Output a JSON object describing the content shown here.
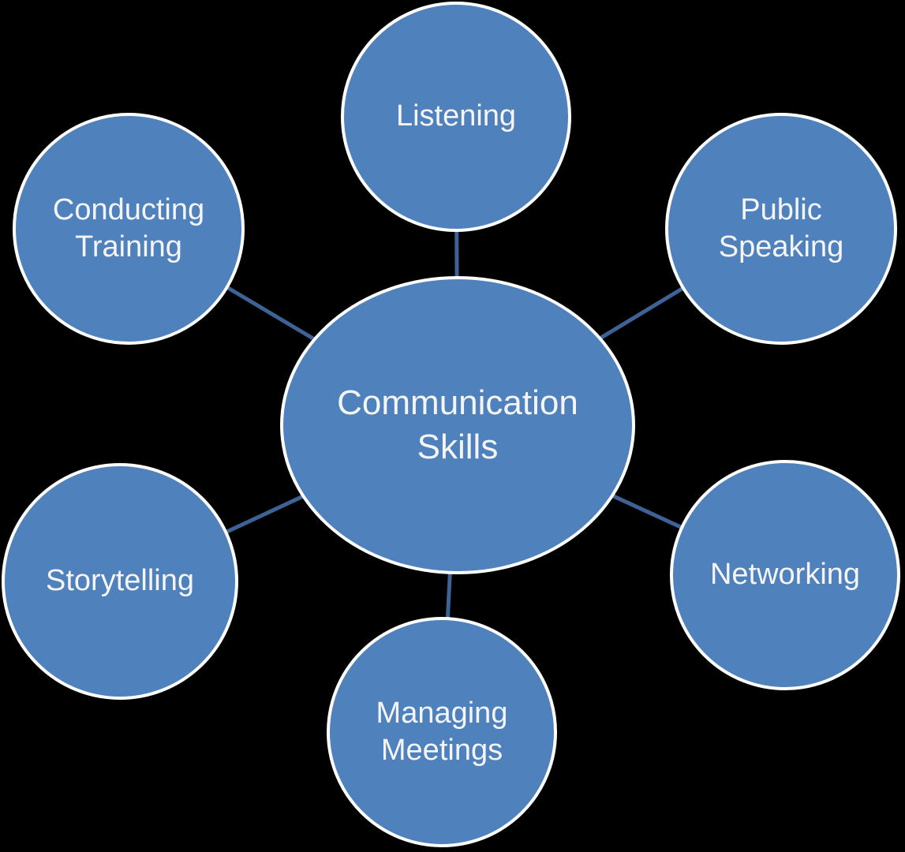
{
  "diagram": {
    "type": "radial-hub-diagram",
    "colors": {
      "bg": "#000000",
      "node-fill": "#4f81bd",
      "node-border": "#fefefe",
      "connector": "#3d6396",
      "text-color": "#f5f5f5"
    },
    "center": {
      "label": "Communication Skills"
    },
    "satellites": [
      {
        "id": "listening",
        "label": "Listening"
      },
      {
        "id": "public-speaking",
        "label": "Public Speaking"
      },
      {
        "id": "networking",
        "label": "Networking"
      },
      {
        "id": "managing-meetings",
        "label": "Managing Meetings"
      },
      {
        "id": "storytelling",
        "label": "Storytelling"
      },
      {
        "id": "conducting-training",
        "label": "Conducting Training"
      }
    ]
  }
}
